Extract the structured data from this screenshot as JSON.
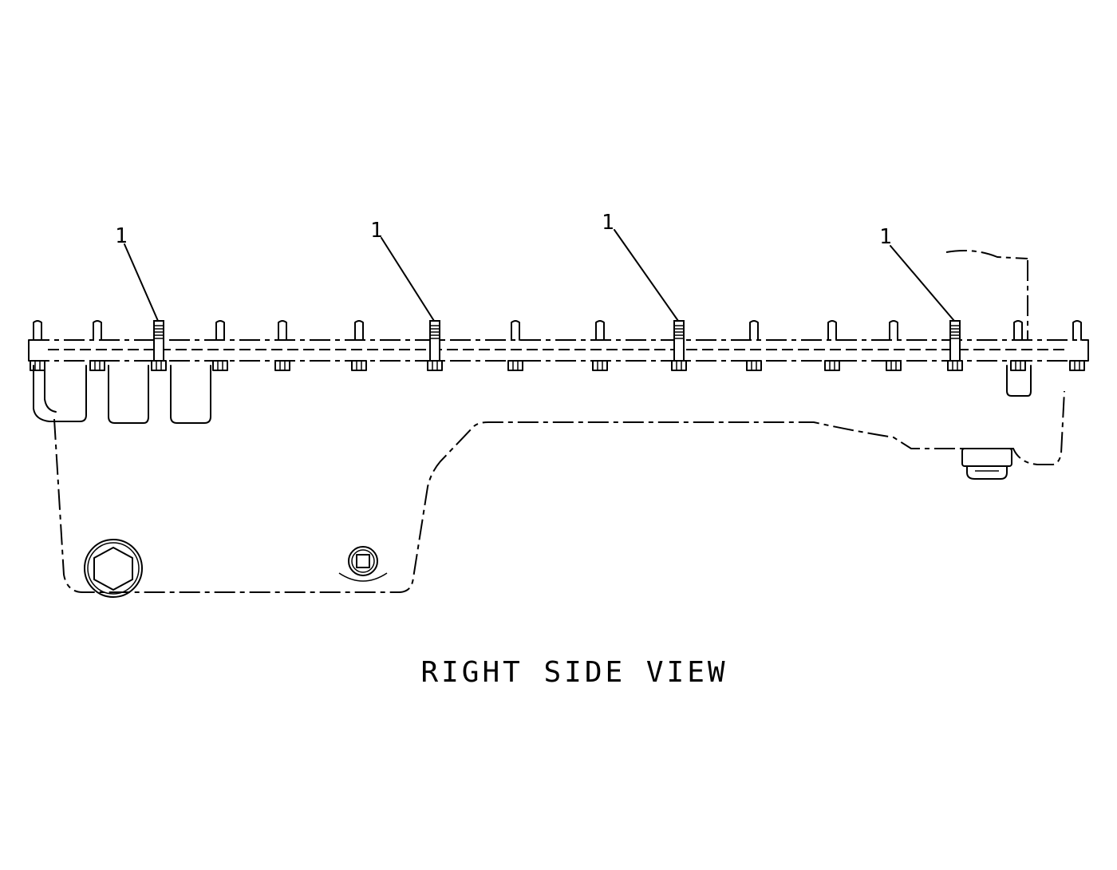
{
  "drawing": {
    "view_title": "RIGHT SIDE VIEW",
    "callouts": [
      {
        "label": "1"
      },
      {
        "label": "1"
      },
      {
        "label": "1"
      },
      {
        "label": "1"
      }
    ],
    "line_color": "#000000",
    "background_color": "#ffffff"
  }
}
